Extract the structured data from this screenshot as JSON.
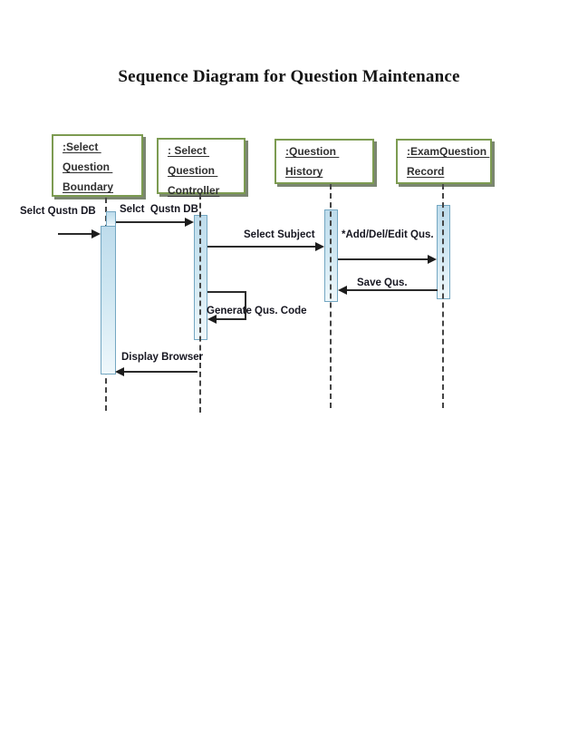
{
  "title": "Sequence Diagram for Question Maintenance",
  "diagram_type": "uml-sequence-diagram",
  "objects": [
    {
      "id": "select-question-boundary",
      "label": ":Select Question Boundary",
      "lines": [
        ":Select ",
        "Question ",
        "Boundary"
      ]
    },
    {
      "id": "select-question-controller",
      "label": ": Select Question Controller",
      "lines": [
        ": Select ",
        "Question ",
        "Controller"
      ]
    },
    {
      "id": "question-history",
      "label": ":Question History",
      "lines": [
        ":Question ",
        "History"
      ]
    },
    {
      "id": "examquestion-record",
      "label": ":ExamQuestion Record",
      "lines": [
        ":ExamQuestion ",
        "Record"
      ]
    }
  ],
  "messages": {
    "m1": {
      "label": "Selct Qustn DB",
      "from": "external",
      "to": "select-question-boundary"
    },
    "m2": {
      "label": "Selct  Qustn DB",
      "from": "select-question-boundary",
      "to": "select-question-controller"
    },
    "m3": {
      "label": "Select Subject",
      "from": "select-question-controller",
      "to": "question-history"
    },
    "m4": {
      "label": "*Add/Del/Edit Qus.",
      "from": "question-history",
      "to": "examquestion-record"
    },
    "m5": {
      "label": "Save Qus.",
      "from": "examquestion-record",
      "to": "question-history"
    },
    "m6": {
      "label": "Generate Qus. Code",
      "from": "select-question-controller",
      "to": "select-question-controller"
    },
    "m7": {
      "label": "Display Browser",
      "from": "select-question-controller",
      "to": "select-question-boundary"
    }
  },
  "colors": {
    "box_border": "#7c9b51",
    "box_shadow": "#7b8671",
    "activation_fill": "#cfe7f2",
    "activation_border": "#74a7c2",
    "lifeline": "#454545",
    "message_line": "#2b2b2b",
    "box_text": "#303030",
    "label_text": "#161620",
    "background": "#ffffff"
  }
}
